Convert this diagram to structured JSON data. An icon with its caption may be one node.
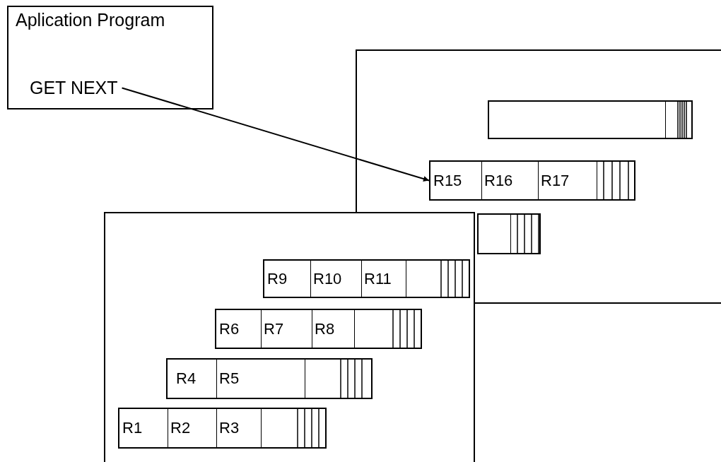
{
  "diagram": {
    "nodes": [
      {
        "text": [
          "Aplication Program"
        ]
      },
      {
        "text": [
          "GET NEXT"
        ],
        "in": 0
      },
      {
        "text": [],
        "shape": "box"
      },
      {
        "text": [],
        "shape": "bar",
        "in": 2
      },
      {
        "text": [
          "R15",
          "R16",
          "R17"
        ],
        "in": 2
      },
      {
        "text": [],
        "shape": "bar",
        "in": 2
      },
      {
        "text": [],
        "shape": "box"
      },
      {
        "text": [
          "R9",
          "R10",
          "R11"
        ],
        "in": 6
      },
      {
        "text": [
          "R6",
          "R7",
          "R8"
        ],
        "in": 6
      },
      {
        "text": [
          "R4",
          "R5"
        ],
        "in": 6
      },
      {
        "text": [
          "R1",
          "R2",
          "R3"
        ],
        "in": 6
      }
    ],
    "edges": [
      {
        "from": 1,
        "to": 4,
        "arrow": "to"
      }
    ]
  }
}
